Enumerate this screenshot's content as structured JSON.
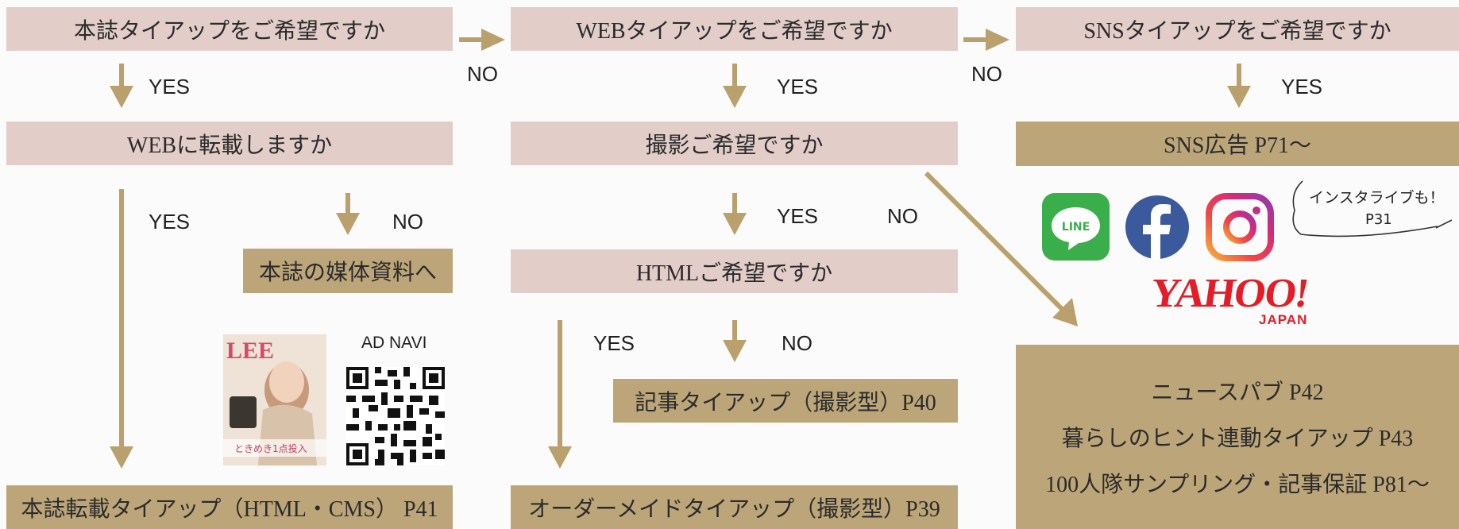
{
  "col1": {
    "q1": "本誌タイアップをご希望ですか",
    "q2": "WEBに転載しますか",
    "no_box": "本誌の媒体資料へ",
    "result": "本誌転載タイアップ（HTML・CMS） P41",
    "ad_navi": "AD NAVI",
    "magazine_icon": "magazine-cover-image",
    "qr_icon": "qr-code"
  },
  "col2": {
    "q1": "WEBタイアップをご希望ですか",
    "q2": "撮影ご希望ですか",
    "q3": "HTMLご希望ですか",
    "result_no": "記事タイアップ（撮影型）P40",
    "result_yes": "オーダーメイドタイアップ（撮影型）P39"
  },
  "col3": {
    "q1": "SNSタイアップをご希望ですか",
    "result": "SNS広告 P71～",
    "bubble_line1": "インスタライブも！",
    "bubble_line2": "P31",
    "yahoo_main": "YAHOO!",
    "yahoo_sub": "JAPAN",
    "line_logo": "LINE",
    "big_box": [
      "ニュースパブ P42",
      "暮らしのヒント連動タイアップ P43",
      "100人隊サンプリング・記事保証 P81～"
    ]
  },
  "labels": {
    "yes": "YES",
    "no": "NO"
  },
  "colors": {
    "pink": "#e2cdc9",
    "gold": "#bca679",
    "arrow": "#b9a06d"
  }
}
